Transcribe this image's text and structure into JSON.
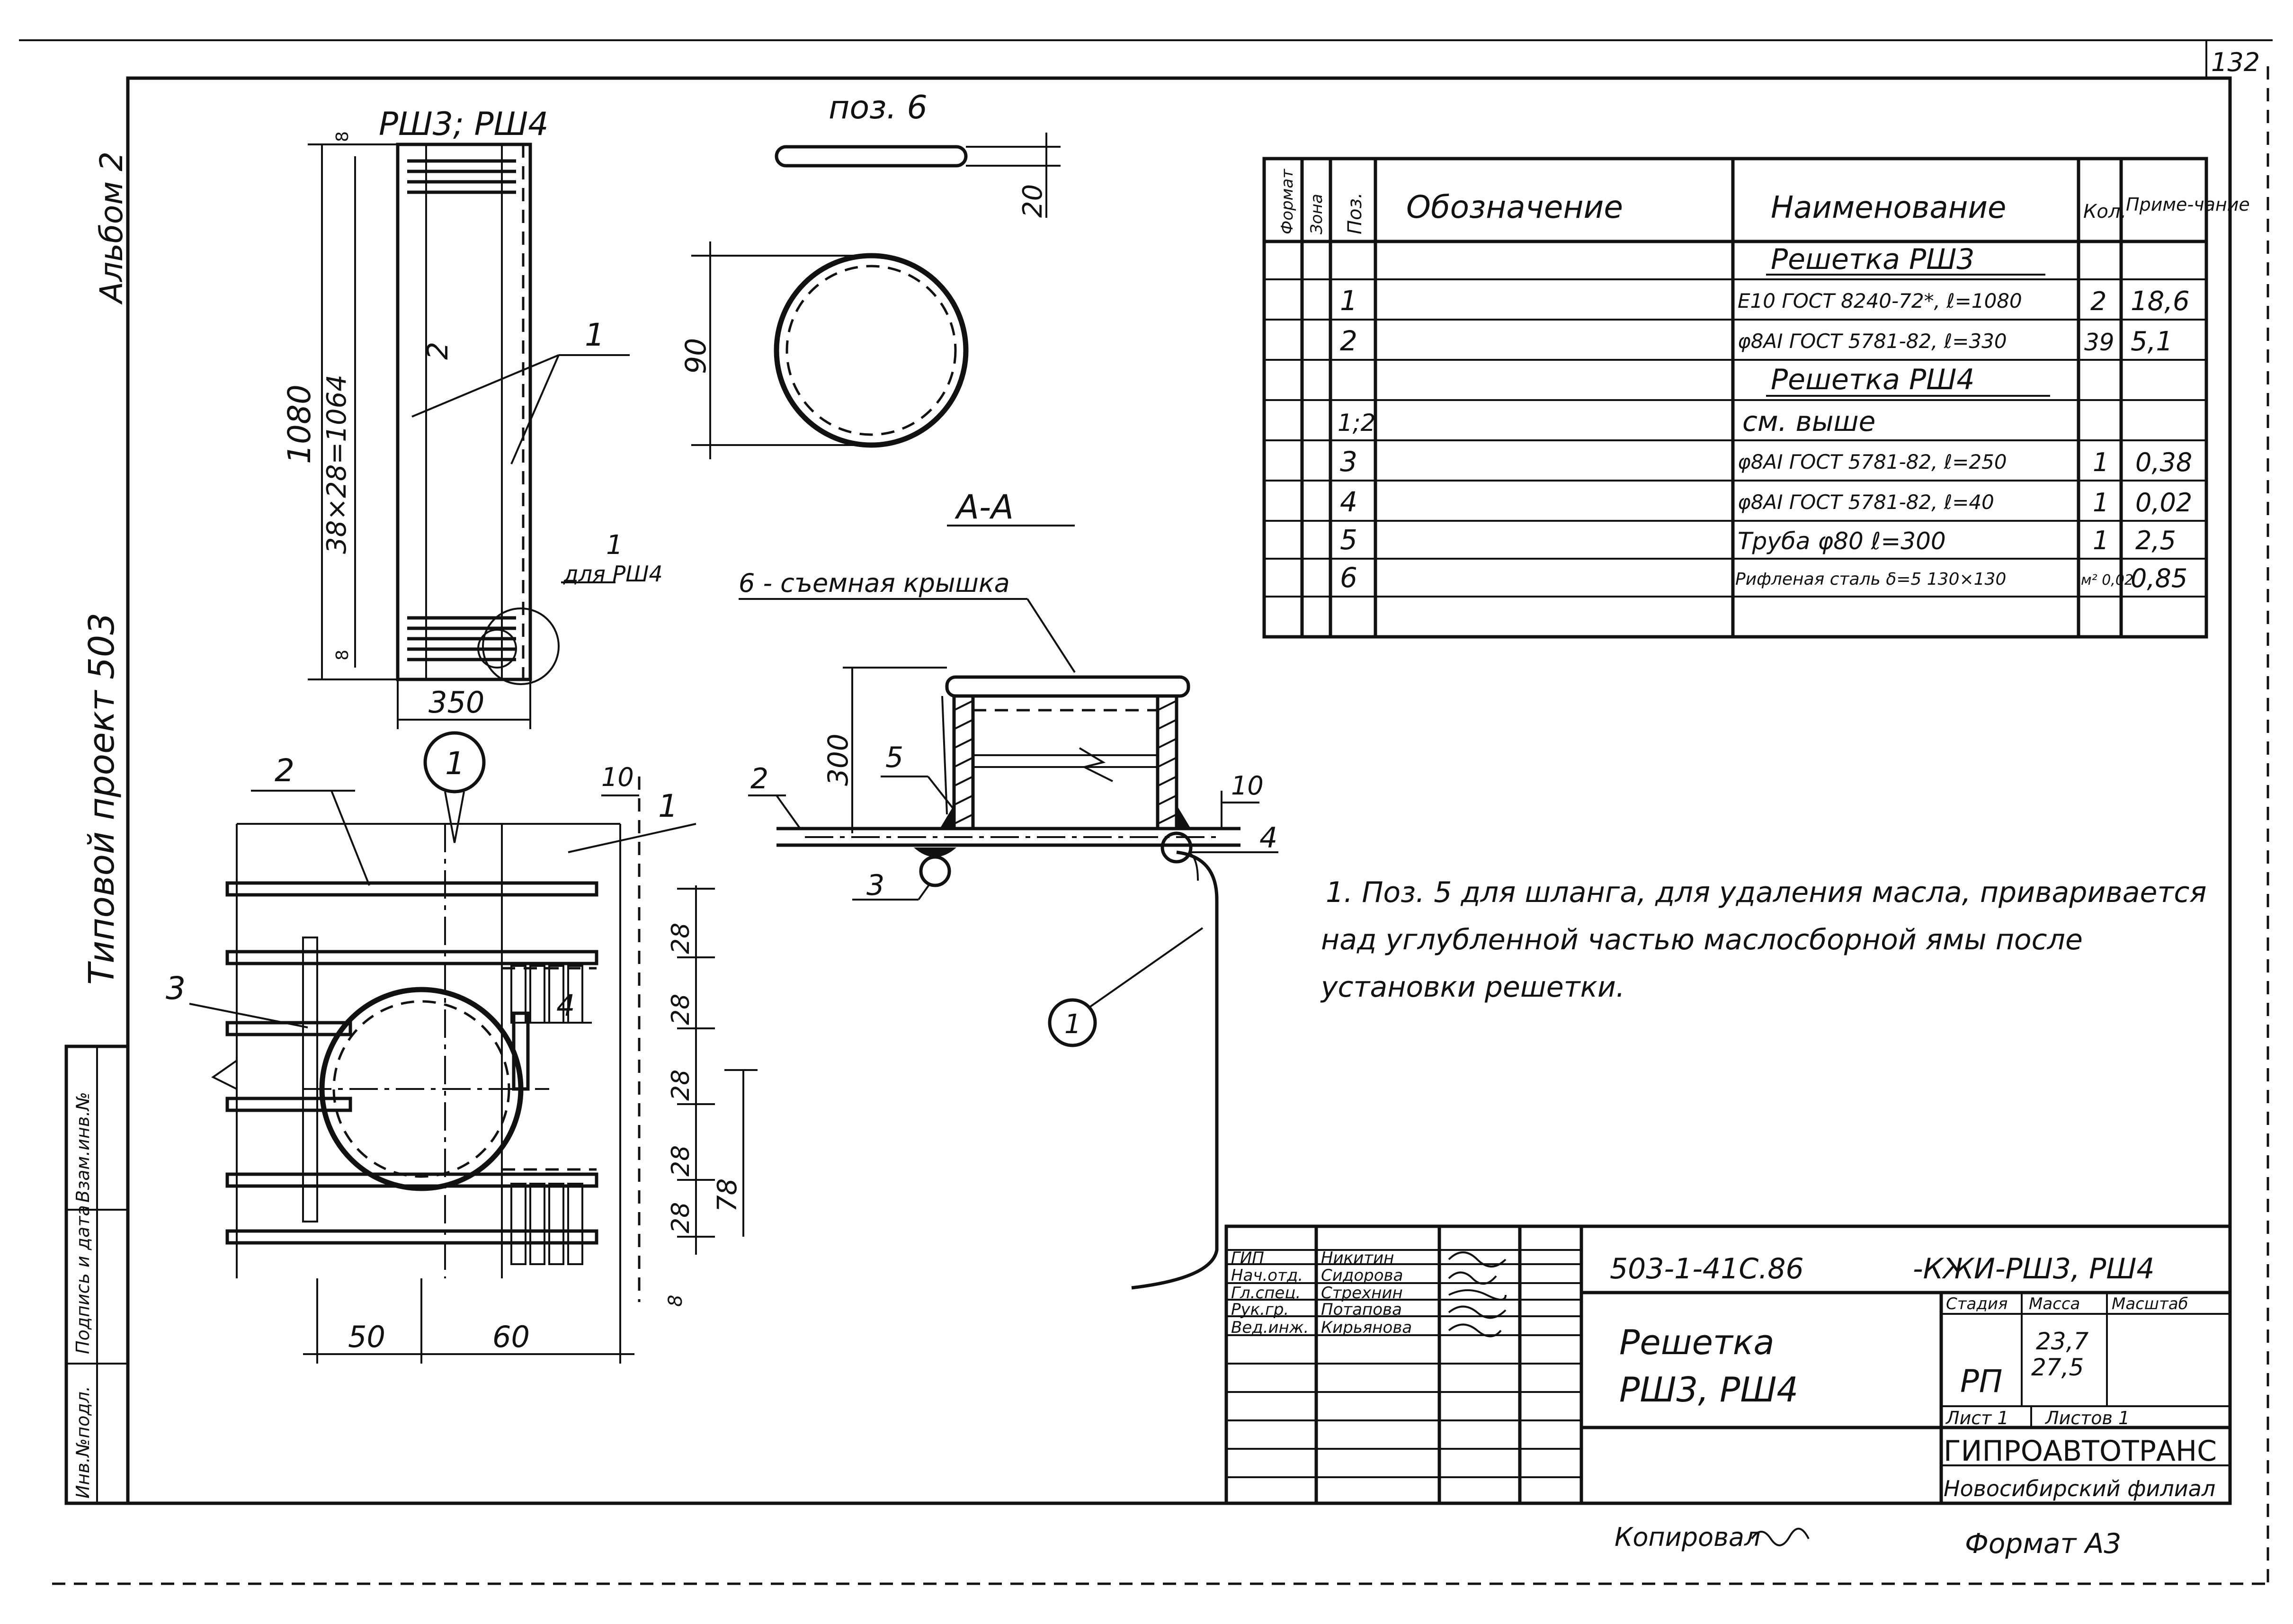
{
  "sheet_number": "132",
  "side": {
    "album": "Альбом 2",
    "project": "Типовой проект 503",
    "stamp_cols": [
      "Инв.№подл.",
      "Подпись и дата",
      "Взам.инв.№"
    ]
  },
  "grate_view": {
    "title": "РШ3; РШ4",
    "dim_1080": "1080",
    "dim_38x28": "38×28=1064",
    "dim_350": "350",
    "dim_8a": "8",
    "dim_8b": "8",
    "leader_1": "1",
    "leader_2": "2",
    "leader_1b": "1",
    "note_rsh4": "для РШ4"
  },
  "pos6": {
    "title": "поз. 6",
    "dim_20": "20",
    "dim_90": "90"
  },
  "detail1": {
    "callout": "1",
    "label_1": "1",
    "label_2": "2",
    "label_3": "3",
    "label_4": "4",
    "dim_10": "10",
    "dims_28": [
      "28",
      "28",
      "28",
      "28",
      "28"
    ],
    "dim_78": "78",
    "dim_8": "8",
    "dim_50": "50",
    "dim_60": "60"
  },
  "section_aa": {
    "title": "А-А",
    "cover_label": "6 - съемная крышка",
    "dim_300": "300",
    "dim_10": "10",
    "label_5": "5",
    "label_2": "2",
    "label_3": "3",
    "label_4": "4",
    "label_1": "1"
  },
  "spec_table": {
    "headers": [
      "Формат",
      "Зона",
      "Поз.",
      "Обозначение",
      "Наименование",
      "Кол.",
      "Приме-чание"
    ],
    "rows": [
      {
        "pos": "",
        "name": "Решетка РШ3",
        "qty": "",
        "note": "",
        "section": true
      },
      {
        "pos": "1",
        "name": "Е10 ГОСТ 8240-72*, ℓ=1080",
        "qty": "2",
        "note": "18,6"
      },
      {
        "pos": "2",
        "name": "φ8AI ГОСТ 5781-82, ℓ=330",
        "qty": "39",
        "note": "5,1"
      },
      {
        "pos": "",
        "name": "Решетка РШ4",
        "qty": "",
        "note": "",
        "section": true
      },
      {
        "pos": "1;2",
        "name": "см. выше",
        "qty": "",
        "note": ""
      },
      {
        "pos": "3",
        "name": "φ8AI ГОСТ 5781-82, ℓ=250",
        "qty": "1",
        "note": "0,38"
      },
      {
        "pos": "4",
        "name": "φ8AI ГОСТ 5781-82, ℓ=40",
        "qty": "1",
        "note": "0,02"
      },
      {
        "pos": "5",
        "name": "Труба φ80     ℓ=300",
        "qty": "1",
        "note": "2,5"
      },
      {
        "pos": "6",
        "name": "Рифленая сталь δ=5 130×130",
        "qty": "м² 0,02",
        "note": "0,85"
      }
    ]
  },
  "note": {
    "lines": [
      "1. Поз. 5 для шланга, для удаления масла, приваривается",
      "над углубленной частью маслосборной ямы после",
      "установки решетки."
    ]
  },
  "title_block": {
    "code": "503-1-41С.86",
    "mark": "-КЖИ-РШ3, РШ4",
    "title_line1": "Решетка",
    "title_line2": "РШ3,   РШ4",
    "roles": [
      {
        "role": "ГИП",
        "name": "Никитин"
      },
      {
        "role": "Нач.отд.",
        "name": "Сидорова"
      },
      {
        "role": "Гл.спец.",
        "name": "Стрехнин"
      },
      {
        "role": "Рук.гр.",
        "name": "Потапова"
      },
      {
        "role": "Вед.инж.",
        "name": "Кирьянова"
      }
    ],
    "col_stage": "Стадия",
    "col_mass": "Масса",
    "col_scale": "Масштаб",
    "stage": "РП",
    "mass1": "23,7",
    "mass2": "27,5",
    "sheet": "Лист 1",
    "sheets": "Листов 1",
    "org": "ГИПРОАВТОТРАНС",
    "branch": "Новосибирский филиал"
  },
  "footer": {
    "copied": "Копировал",
    "format": "Формат А3"
  }
}
